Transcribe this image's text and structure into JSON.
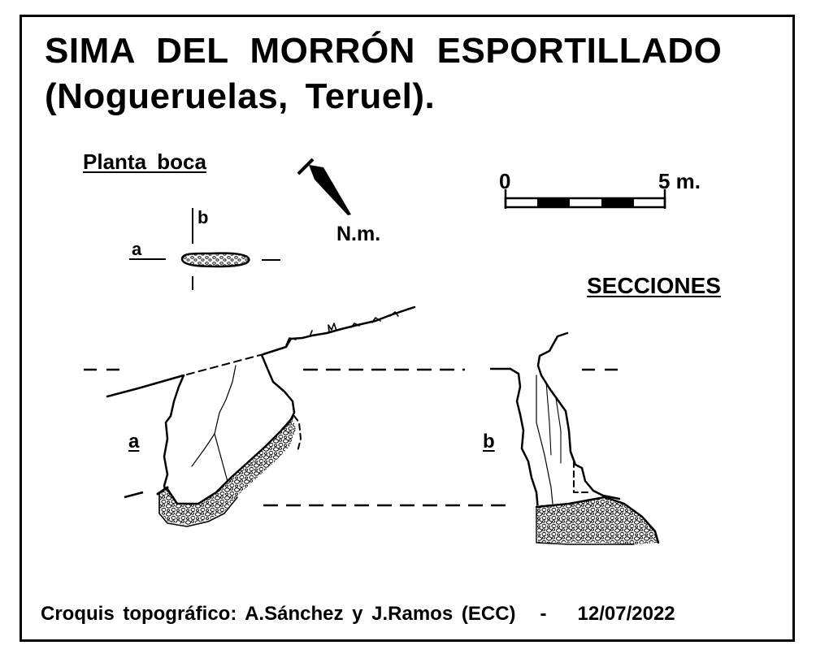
{
  "title": {
    "line1": "SIMA DEL MORRÓN ESPORTILLADO",
    "line2": "(Nogueruelas, Teruel)."
  },
  "plan": {
    "title": "Planta boca",
    "label_a": "a",
    "label_b": "b"
  },
  "north": {
    "label": "N.m."
  },
  "scale": {
    "start_label": "0",
    "end_label": "5 m."
  },
  "sections": {
    "title": "SECCIONES",
    "label_a": "a",
    "label_b": "b"
  },
  "footer": {
    "credit": "Croquis topográfico: A.Sánchez y J.Ramos (ECC)",
    "separator": "-",
    "date": "12/07/2022"
  },
  "colors": {
    "ink": "#000000",
    "paper": "#ffffff"
  }
}
